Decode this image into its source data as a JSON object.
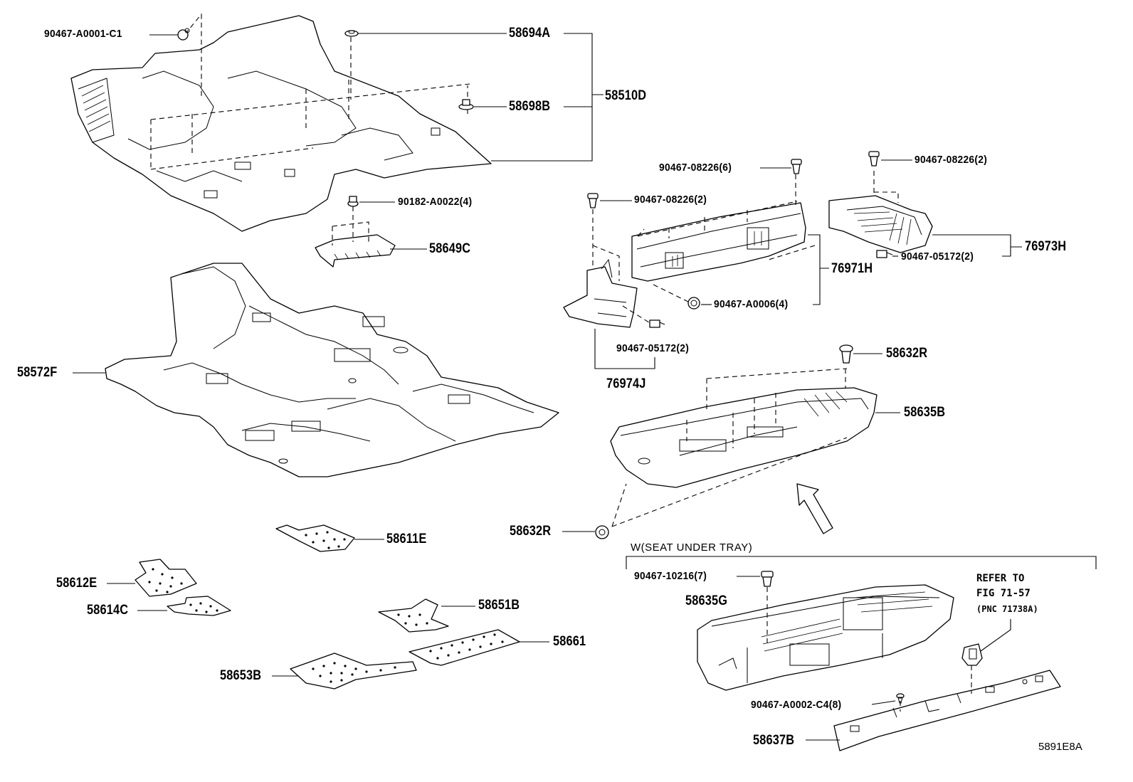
{
  "labels": {
    "p90467_A0001_C1": "90467-A0001-C1",
    "p58694A": "58694A",
    "p58698B": "58698B",
    "p58510D": "58510D",
    "p90182_A0022": "90182-A0022(4)",
    "p58649C": "58649C",
    "p58572F": "58572F",
    "p90467_08226_6": "90467-08226(6)",
    "p90467_08226_2a": "90467-08226(2)",
    "p90467_08226_2b": "90467-08226(2)",
    "p76973H": "76973H",
    "p90467_05172_2a": "90467-05172(2)",
    "p76971H": "76971H",
    "p90467_A0006": "90467-A0006(4)",
    "p90467_05172_2b": "90467-05172(2)",
    "p76974J": "76974J",
    "p58632R_a": "58632R",
    "p58635B": "58635B",
    "p58632R_b": "58632R",
    "p58611E": "58611E",
    "p58612E": "58612E",
    "p58614C": "58614C",
    "p58651B": "58651B",
    "p58661": "58661",
    "p58653B": "58653B",
    "seat_under_tray": "W(SEAT UNDER TRAY)",
    "p90467_10216": "90467-10216(7)",
    "p58635G": "58635G",
    "refer_to_1": "REFER TO",
    "refer_to_2": "FIG 71-57",
    "refer_to_3": "(PNC 71738A)",
    "p90467_A0002": "90467-A0002-C4(8)",
    "p58637B": "58637B",
    "figure_code": "5891E8A"
  }
}
